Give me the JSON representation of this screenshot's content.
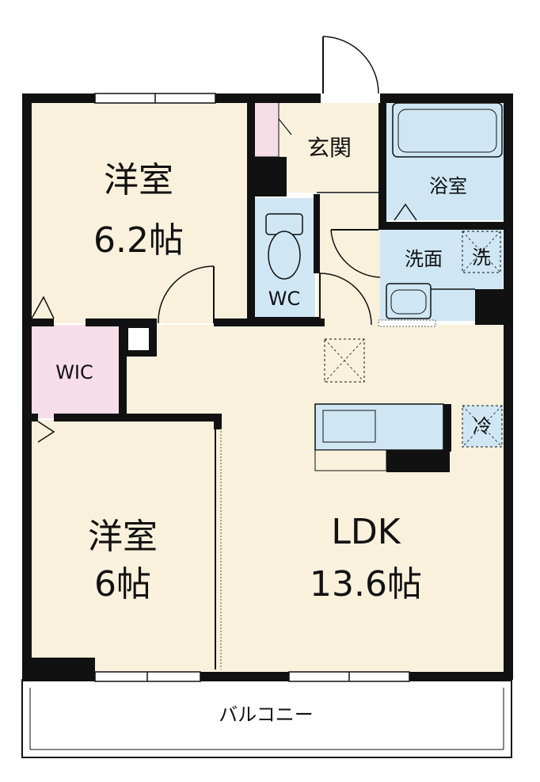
{
  "rooms": {
    "western_room_1": {
      "name": "洋室",
      "size": "6.2帖"
    },
    "western_room_2": {
      "name": "洋室",
      "size": "6帖"
    },
    "ldk": {
      "name": "LDK",
      "size": "13.6帖"
    },
    "entrance": {
      "name": "玄関"
    },
    "bathroom": {
      "name": "浴室"
    },
    "washroom": {
      "name": "洗面"
    },
    "washer": {
      "name": "洗"
    },
    "toilet": {
      "name": "WC"
    },
    "walk_in_closet": {
      "name": "WIC"
    },
    "refrigerator": {
      "name": "冷"
    },
    "balcony": {
      "name": "バルコニー"
    }
  },
  "colors": {
    "wall": "#111111",
    "room_floor": "#f9f1dc",
    "wet_area": "#cfe7f5",
    "closet": "#f6dde8",
    "balcony": "#ffffff"
  }
}
